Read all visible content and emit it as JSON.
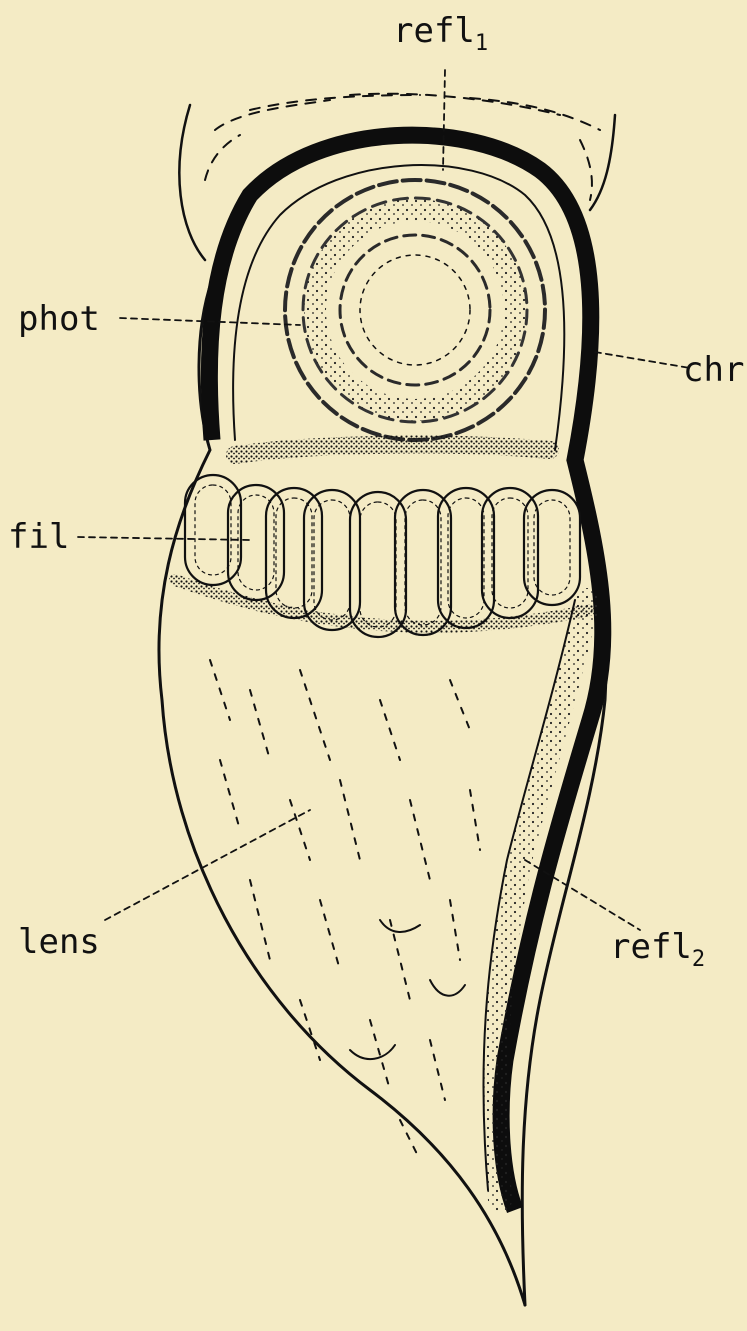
{
  "labels": {
    "refl1": {
      "text": "refl",
      "sub": "1"
    },
    "phot": {
      "text": "phot"
    },
    "chr": {
      "text": "chr"
    },
    "fil": {
      "text": "fil"
    },
    "lens": {
      "text": "lens"
    },
    "refl2": {
      "text": "refl",
      "sub": "2"
    }
  },
  "colors": {
    "paper": "#f4ebc5",
    "ink": "#111111"
  }
}
